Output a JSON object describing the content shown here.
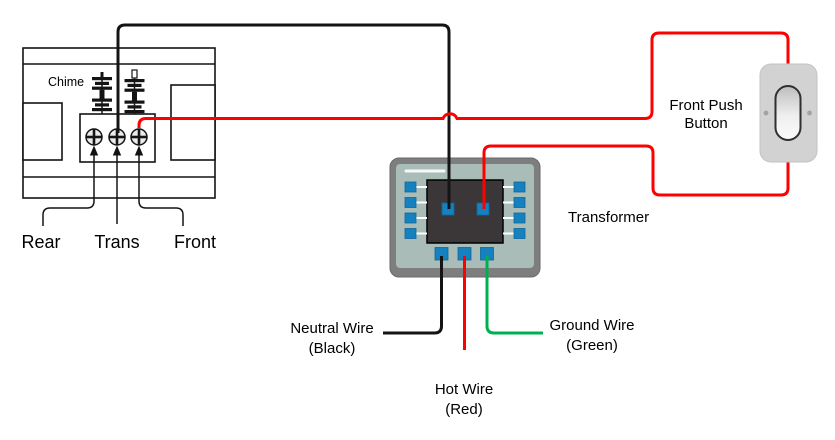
{
  "chime": {
    "label": "Chime",
    "terminals": [
      {
        "label": "Rear"
      },
      {
        "label": "Trans"
      },
      {
        "label": "Front"
      }
    ]
  },
  "transformer": {
    "label": "Transformer"
  },
  "push_button": {
    "line1": "Front Push",
    "line2": "Button"
  },
  "wire_labels": {
    "neutral": {
      "line1": "Neutral Wire",
      "line2": "(Black)"
    },
    "hot": {
      "line1": "Hot Wire",
      "line2": "(Red)"
    },
    "ground": {
      "line1": "Ground Wire",
      "line2": "(Green)"
    }
  },
  "colors": {
    "hot_wire": "#FF0000",
    "neutral_wire": "#141414",
    "ground_wire": "#00B050",
    "terminal_blue": "#1581BE",
    "transformer_body": "#7E7E7E",
    "transformer_panel": "#A9BCB8",
    "transformer_core": "#3B3739",
    "button_plate": "#D2D2D2"
  }
}
